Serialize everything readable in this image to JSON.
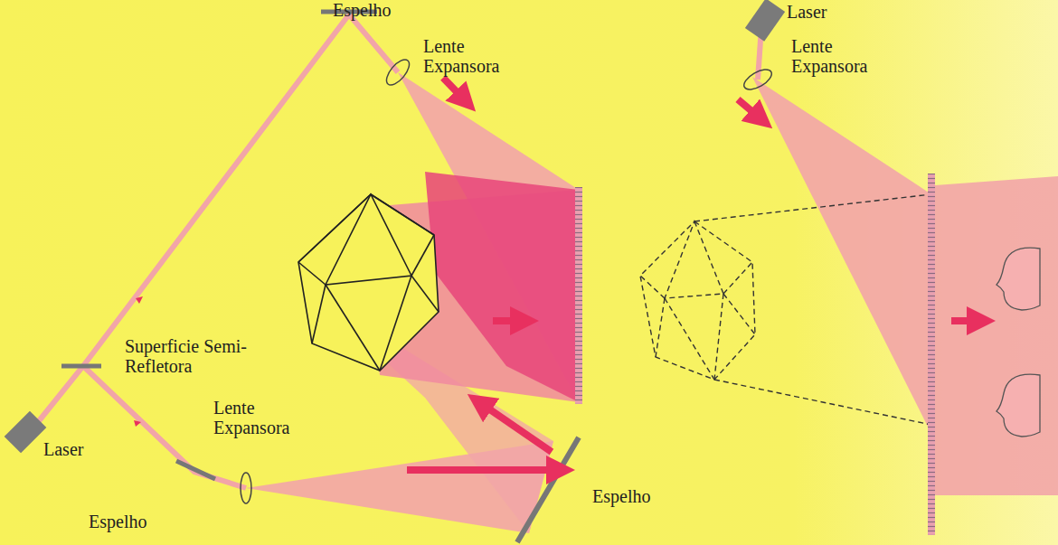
{
  "diagram": {
    "labels": [
      "Espelho",
      "Lente Expansora",
      "Laser",
      "Lente Expansora",
      "Superficie Semi-Refletora",
      "Laser",
      "Lente Expansora",
      "Espelho",
      "Espelho"
    ]
  }
}
